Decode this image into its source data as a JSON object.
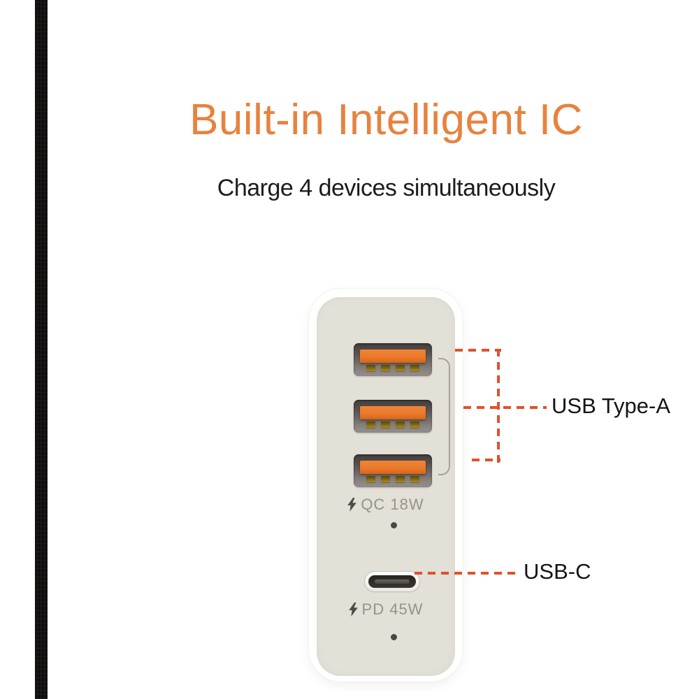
{
  "heading": {
    "title": "Built-in Intelligent IC",
    "subtitle": "Charge 4 devices simultaneously",
    "title_color": "#E8823E",
    "subtitle_color": "#1C1C1C"
  },
  "charger": {
    "usb_a_port_count": 3,
    "usb_c_port_count": 1,
    "qc_port_label": "QC 18W",
    "pd_port_label": "PD 45W",
    "body_color": "#FFFFFF",
    "face_color": "#E2E0D7",
    "usb_tongue_color": "#EA782B",
    "port_caption_color": "#96928C"
  },
  "callouts": {
    "usb_type_a_label": "USB Type-A",
    "usb_c_label": "USB-C",
    "dashed_line_color": "#E0512B",
    "label_color": "#141414"
  },
  "icons": {
    "lightning_bolt_icon": "⚡",
    "led_indicator_dot": "•"
  },
  "decor": {
    "film_strip_color": "#171514"
  }
}
